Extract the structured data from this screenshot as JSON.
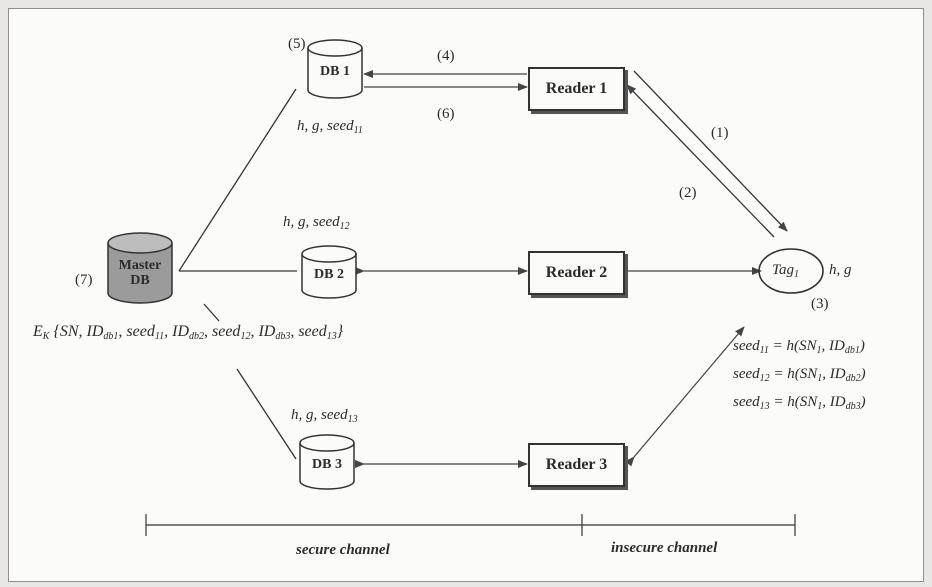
{
  "master": {
    "label_line1": "Master",
    "label_line2": "DB",
    "step": "(7)"
  },
  "db1": {
    "label": "DB 1",
    "step": "(5)"
  },
  "db2": {
    "label": "DB 2"
  },
  "db3": {
    "label": "DB 3"
  },
  "readers": {
    "r1": "Reader 1",
    "r2": "Reader 2",
    "r3": "Reader 3"
  },
  "tag": {
    "name": "Tag",
    "sub": "1",
    "params": "h, g",
    "step": "(3)"
  },
  "params": {
    "prefix": "h, g, seed",
    "sub1": "11",
    "sub2": "12",
    "sub3": "13"
  },
  "steps": {
    "s1": "(1)",
    "s2": "(2)",
    "s4": "(4)",
    "s6": "(6)"
  },
  "master_expr": {
    "ek": "E",
    "ek_sub": "K",
    "body": "{SN, ID",
    "parts": [
      "db1",
      ", seed",
      "11",
      ", ID",
      "db2",
      ", seed",
      "12",
      ", ID",
      "db3",
      ", seed",
      "13",
      "}"
    ]
  },
  "equations": [
    {
      "seed_sub": "11",
      "sn_sub": "1",
      "id_sub": "db1"
    },
    {
      "seed_sub": "12",
      "sn_sub": "1",
      "id_sub": "db2"
    },
    {
      "seed_sub": "13",
      "sn_sub": "1",
      "id_sub": "db3"
    }
  ],
  "scale": {
    "secure": "secure channel",
    "insecure": "insecure channel"
  }
}
